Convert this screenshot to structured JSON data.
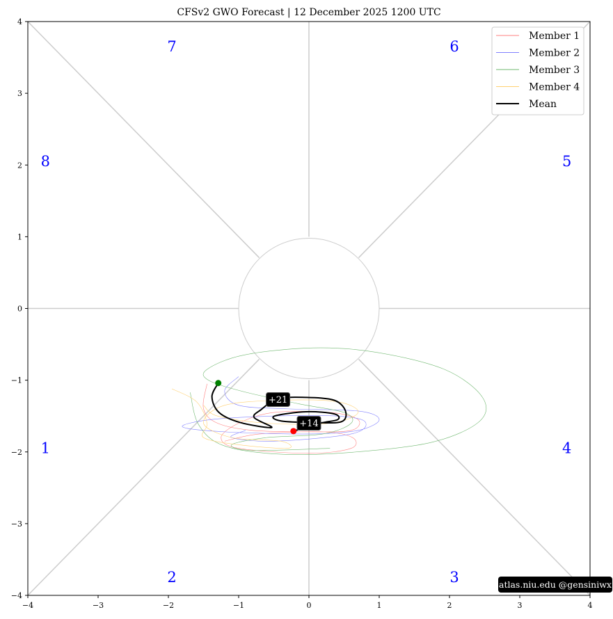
{
  "chart_data": {
    "type": "line",
    "title": "CFSv2 GWO Forecast   |   12  December  2025 1200 UTC",
    "xlim": [
      -4,
      4
    ],
    "ylim": [
      -4,
      4
    ],
    "xticks": [
      "-4",
      "-3",
      "-2",
      "-1",
      "0",
      "1",
      "2",
      "3",
      "4"
    ],
    "yticks": [
      "-4",
      "-3",
      "-2",
      "-1",
      "0",
      "1",
      "2",
      "3",
      "4"
    ],
    "phase_labels": [
      {
        "label": "1",
        "x": -3.75,
        "y": -1.95
      },
      {
        "label": "2",
        "x": -1.95,
        "y": -3.75
      },
      {
        "label": "3",
        "x": 2.07,
        "y": -3.75
      },
      {
        "label": "4",
        "x": 3.67,
        "y": -1.95
      },
      {
        "label": "5",
        "x": 3.67,
        "y": 2.05
      },
      {
        "label": "6",
        "x": 2.07,
        "y": 3.65
      },
      {
        "label": "7",
        "x": -1.95,
        "y": 3.65
      },
      {
        "label": "8",
        "x": -3.75,
        "y": 2.05
      }
    ],
    "legend_position": "top-right",
    "series": [
      {
        "name": "Member 1",
        "color": "#ff8080",
        "width": 0.6,
        "points": [
          [
            -1.45,
            -1.05
          ],
          [
            -1.5,
            -1.4
          ],
          [
            -1.3,
            -1.6
          ],
          [
            -0.8,
            -1.7
          ],
          [
            0,
            -1.72
          ],
          [
            0.6,
            -1.7
          ],
          [
            0.7,
            -1.55
          ],
          [
            0.3,
            -1.45
          ],
          [
            -0.5,
            -1.45
          ],
          [
            -1.0,
            -1.6
          ],
          [
            -1.25,
            -1.8
          ],
          [
            -1.0,
            -1.95
          ],
          [
            0,
            -2.02
          ],
          [
            0.6,
            -1.95
          ],
          [
            0.62,
            -1.8
          ],
          [
            0.2,
            -1.72
          ],
          [
            -0.7,
            -1.75
          ],
          [
            -1.2,
            -1.85
          ]
        ]
      },
      {
        "name": "Member 2",
        "color": "#8080ff",
        "width": 0.6,
        "points": [
          [
            -1.0,
            -0.95
          ],
          [
            -1.2,
            -1.15
          ],
          [
            -1.0,
            -1.35
          ],
          [
            -0.3,
            -1.4
          ],
          [
            0.7,
            -1.43
          ],
          [
            1.0,
            -1.55
          ],
          [
            0.7,
            -1.7
          ],
          [
            0,
            -1.75
          ],
          [
            -1.2,
            -1.72
          ],
          [
            -1.8,
            -1.65
          ],
          [
            -1.4,
            -1.55
          ],
          [
            -0.5,
            -1.5
          ],
          [
            0.4,
            -1.5
          ],
          [
            0.8,
            -1.58
          ],
          [
            0.6,
            -1.75
          ],
          [
            -0.5,
            -1.85
          ],
          [
            -1.1,
            -1.8
          ],
          [
            -0.9,
            -1.7
          ]
        ]
      },
      {
        "name": "Member 3",
        "color": "#70b870",
        "width": 0.6,
        "points": [
          [
            -1.69,
            -1.17
          ],
          [
            -1.57,
            -1.62
          ],
          [
            -1.22,
            -1.91
          ],
          [
            -0.44,
            -2.03
          ],
          [
            0.55,
            -2.01
          ],
          [
            1.73,
            -1.87
          ],
          [
            2.42,
            -1.58
          ],
          [
            2.47,
            -1.24
          ],
          [
            1.93,
            -0.85
          ],
          [
            0.95,
            -0.61
          ],
          [
            0.06,
            -0.55
          ],
          [
            -0.93,
            -0.65
          ],
          [
            -1.45,
            -0.85
          ],
          [
            -1.43,
            -1.0
          ],
          [
            -0.93,
            -1.16
          ],
          [
            -0.14,
            -1.33
          ],
          [
            0.5,
            -1.45
          ],
          [
            0.6,
            -1.6
          ],
          [
            0.2,
            -1.75
          ],
          [
            -0.6,
            -1.8
          ],
          [
            -1.1,
            -1.9
          ],
          [
            -0.8,
            -1.98
          ],
          [
            0.3,
            -1.95
          ]
        ]
      },
      {
        "name": "Member 4",
        "color": "#ffd070",
        "width": 0.6,
        "points": [
          [
            -1.95,
            -1.12
          ],
          [
            -1.6,
            -1.3
          ],
          [
            -1.45,
            -1.6
          ],
          [
            -1.5,
            -1.8
          ],
          [
            -1.0,
            -1.9
          ],
          [
            -0.3,
            -1.95
          ],
          [
            -0.4,
            -1.85
          ],
          [
            -1.1,
            -1.8
          ],
          [
            -1.5,
            -1.6
          ],
          [
            -1.2,
            -1.35
          ],
          [
            -0.4,
            -1.28
          ],
          [
            0.4,
            -1.3
          ],
          [
            0.7,
            -1.45
          ],
          [
            0.3,
            -1.6
          ],
          [
            -0.6,
            -1.6
          ],
          [
            -1.3,
            -1.5
          ],
          [
            -1.5,
            -1.35
          ]
        ]
      },
      {
        "name": "Mean",
        "color": "#000000",
        "width": 2,
        "points": [
          [
            -0.22,
            -1.71
          ],
          [
            0.16,
            -1.6
          ],
          [
            0.41,
            -1.55
          ],
          [
            0.36,
            -1.47
          ],
          [
            -0.04,
            -1.44
          ],
          [
            -0.49,
            -1.5
          ],
          [
            -0.39,
            -1.57
          ],
          [
            0.06,
            -1.59
          ],
          [
            0.46,
            -1.58
          ],
          [
            0.52,
            -1.43
          ],
          [
            0.36,
            -1.28
          ],
          [
            -0.04,
            -1.24
          ],
          [
            -0.44,
            -1.26
          ],
          [
            -0.68,
            -1.41
          ],
          [
            -0.78,
            -1.52
          ],
          [
            -0.53,
            -1.66
          ],
          [
            -0.98,
            -1.59
          ],
          [
            -1.28,
            -1.45
          ],
          [
            -1.38,
            -1.23
          ],
          [
            -1.29,
            -1.04
          ]
        ]
      }
    ],
    "markers": [
      {
        "name": "start",
        "color": "#ff0000",
        "x": -0.22,
        "y": -1.71
      },
      {
        "name": "end",
        "color": "#008000",
        "x": -1.29,
        "y": -1.04
      }
    ],
    "annotations": [
      {
        "label": "+21",
        "x": -0.44,
        "y": -1.27
      },
      {
        "label": "+14",
        "x": 0.0,
        "y": -1.6
      }
    ],
    "watermark": "atlas.niu.edu  @gensiniwx"
  }
}
